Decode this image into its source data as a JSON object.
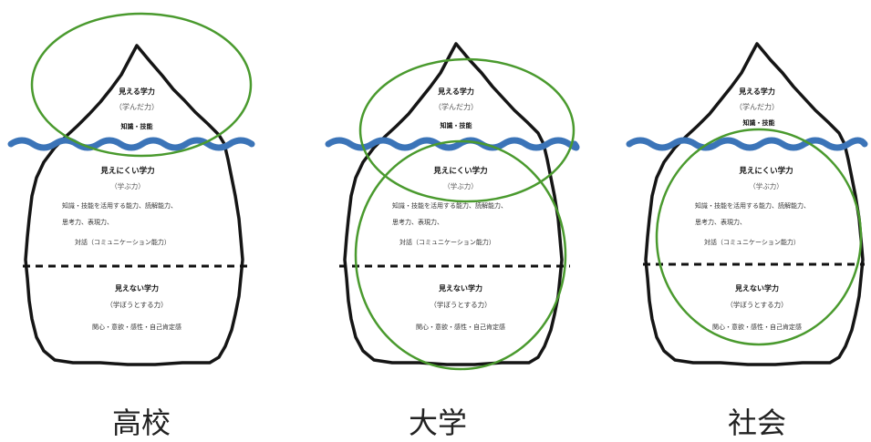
{
  "panels": [
    {
      "caption": "高校",
      "visible": {
        "title": "見える学力",
        "sub": "（学んだ力）",
        "detail": "知識・技能"
      },
      "hard": {
        "title": "見えにくい学力",
        "sub": "（学ぶ力）",
        "line1": "知識・技能を活用する能力、読解能力、",
        "line2": "思考力、表現力、",
        "line3": "対話（コミュニケーション能力）"
      },
      "invisible": {
        "title": "見えない学力",
        "sub": "（学ぼうとする力）",
        "detail": "関心・意欲・感性・自己肯定感"
      }
    },
    {
      "caption": "大学",
      "visible": {
        "title": "見える学力",
        "sub": "（学んだ力）",
        "detail": "知識・技能"
      },
      "hard": {
        "title": "見えにくい学力",
        "sub": "（学ぶ力）",
        "line1": "知識・技能を活用する能力、読解能力、",
        "line2": "思考力、表現力、",
        "line3": "対話（コミュニケーション能力）"
      },
      "invisible": {
        "title": "見えない学力",
        "sub": "（学ぼうとする力）",
        "detail": "関心・意欲・感性・自己肯定感"
      }
    },
    {
      "caption": "社会",
      "visible": {
        "title": "見える学力",
        "sub": "（学んだ力）",
        "detail": "知識・技能"
      },
      "hard": {
        "title": "見えにくい学力",
        "sub": "（学ぶ力）",
        "line1": "知識・技能を活用する能力、読解能力、",
        "line2": "思考力、表現力、",
        "line3": "対話（コミュニケーション能力）"
      },
      "invisible": {
        "title": "見えない学力",
        "sub": "（学ぼうとする力）",
        "detail": "関心・意欲・感性・自己肯定感"
      }
    }
  ],
  "colors": {
    "water": "#3b74b8",
    "iceberg_outline": "#151515",
    "circle": "#4a9a2e",
    "dashed_line": "#111111"
  }
}
